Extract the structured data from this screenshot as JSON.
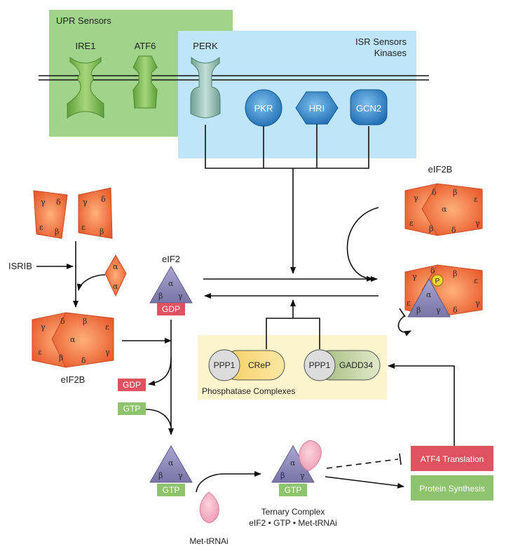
{
  "sensors": {
    "upr_title": "UPR Sensors",
    "isr_title_line1": "ISR Sensors",
    "isr_title_line2": "Kinases",
    "ire1": "IRE1",
    "atf6": "ATF6",
    "perk": "PERK",
    "pkr": "PKR",
    "hri": "HRI",
    "gcn2": "GCN2"
  },
  "labels": {
    "isrib": "ISRIB",
    "eif2": "eIF2",
    "eif2b_top": "eIF2B",
    "eif2b_left": "eIF2B",
    "gdp": "GDP",
    "gdp_released": "GDP",
    "gtp_added": "GTP",
    "gtp": "GTP",
    "gtp_ternary": "GTP",
    "met_trnai": "Met-tRNAi",
    "ternary_line1": "Ternary Complex",
    "ternary_line2": "eIF2 • GTP • Met-tRNAi",
    "phosphate": "P"
  },
  "phosphatase": {
    "title": "Phosphatase Complexes",
    "ppp1_a": "PPP1",
    "crep": "CReP",
    "ppp1_b": "PPP1",
    "gadd34": "GADD34"
  },
  "outputs": {
    "atf4": "ATF4 Translation",
    "protein": "Protein Synthesis"
  },
  "greek": {
    "alpha": "α",
    "beta": "β",
    "gamma": "γ",
    "delta": "δ",
    "epsilon": "ε"
  },
  "colors": {
    "upr_bg": "#9fd48a",
    "isr_bg": "#bfe6f8",
    "kinase": "#2f86c9",
    "subunit": "#ee6a3d",
    "eif2": "#8e88b8",
    "gdp": "#e0525f",
    "gtp": "#8fc46e",
    "trna": "#f4a8bc",
    "phosphatase_bg": "#fbf5cd"
  }
}
